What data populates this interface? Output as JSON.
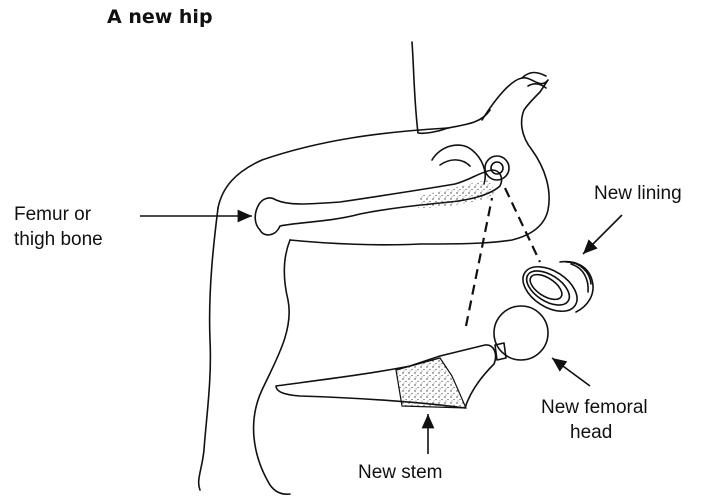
{
  "title": "A new hip",
  "labels": {
    "femur_line1": "Femur or",
    "femur_line2": "thigh bone",
    "new_lining": "New lining",
    "femoral_head_line1": "New femoral",
    "femoral_head_line2": "head",
    "new_stem": "New stem"
  },
  "colors": {
    "ink": "#111111",
    "background": "#ffffff"
  }
}
